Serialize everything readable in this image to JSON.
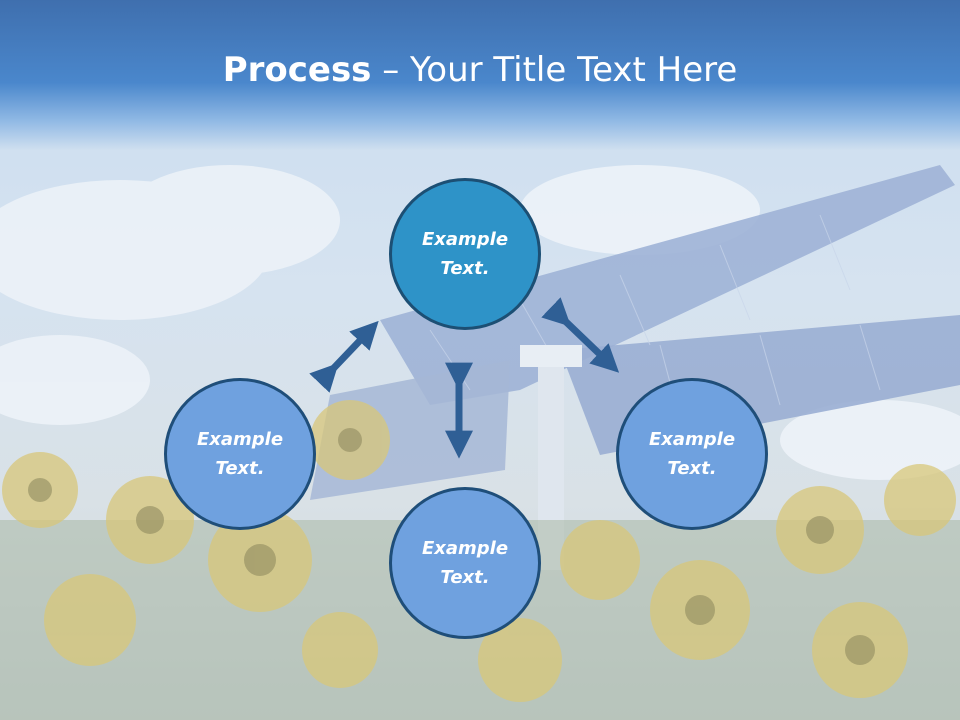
{
  "title": {
    "bold_part": "Process",
    "rest_part": " – Your Title Text Here"
  },
  "nodes": {
    "top": "Example\nText.",
    "left": "Example\nText.",
    "right": "Example\nText.",
    "bottom": "Example\nText."
  },
  "colors": {
    "title_bar": "#4a87cc",
    "node_top": "#2e93c8",
    "node_side": "#6fa1df",
    "arrow": "#2f5f95",
    "outline": "#1f4e79"
  }
}
